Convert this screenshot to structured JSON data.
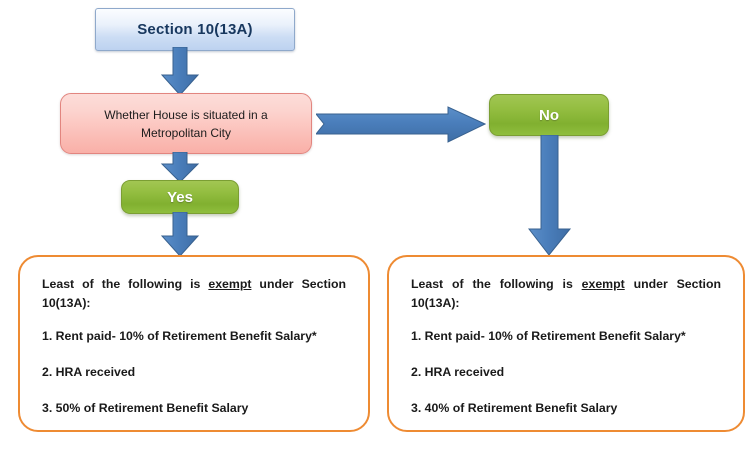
{
  "diagram": {
    "title_node": {
      "label": "Section 10(13A)"
    },
    "decision_node": {
      "label": "Whether House is situated in a Metropolitan City"
    },
    "branch_yes": {
      "label": "Yes"
    },
    "branch_no": {
      "label": "No"
    },
    "outcome_left": {
      "heading_before": "Least of the following is ",
      "heading_underlined": "exempt",
      "heading_after": " under Section 10(13A):",
      "items": [
        "1. Rent paid- 10% of Retirement Benefit Salary*",
        "2. HRA received",
        "3. 50% of Retirement Benefit Salary"
      ]
    },
    "outcome_right": {
      "heading_before": "Least of the following is ",
      "heading_underlined": "exempt",
      "heading_after": " under Section 10(13A):",
      "items": [
        "1. Rent paid- 10% of Retirement Benefit Salary*",
        "2. HRA received",
        "3. 40% of Retirement Benefit Salary"
      ]
    },
    "connectors": [
      {
        "name": "arrow-section-to-decision",
        "direction": "down"
      },
      {
        "name": "arrow-decision-to-no",
        "direction": "right"
      },
      {
        "name": "arrow-decision-to-yes",
        "direction": "down"
      },
      {
        "name": "arrow-yes-to-outcome-left",
        "direction": "down"
      },
      {
        "name": "arrow-no-to-outcome-right",
        "direction": "down"
      }
    ]
  },
  "colors": {
    "header_fill": "#bdd2f0",
    "header_text": "#17375E",
    "decision_fill": "#F9B0A8",
    "decision_border": "#E2857F",
    "green_fill": "#8FBE3D",
    "green_border": "#7B9E33",
    "outcome_border": "#EE8B33",
    "arrow_fill": "#4A7EBB",
    "arrow_stroke": "#38618F",
    "page_background": "#FFFFFF"
  }
}
